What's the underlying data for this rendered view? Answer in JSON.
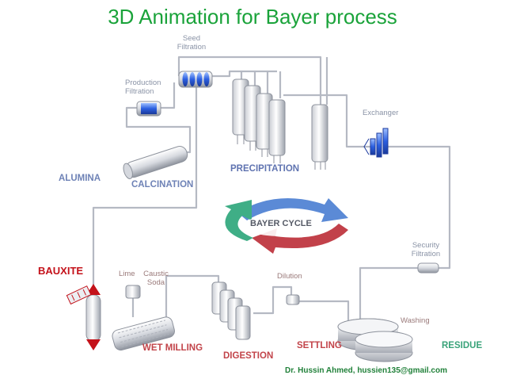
{
  "title": "3D Animation for Bayer process",
  "labels": {
    "seed_filtration": [
      "Seed",
      "Filtration"
    ],
    "production_filtration": [
      "Production",
      "Filtration"
    ],
    "exchanger": "Exchanger",
    "alumina": "ALUMINA",
    "calcination": "CALCINATION",
    "precipitation": "PRECIPITATION",
    "security_filtration": [
      "Security",
      "Filtration"
    ],
    "bauxite": "BAUXITE",
    "lime": "Lime",
    "caustic_soda": [
      "Caustic",
      "Soda"
    ],
    "dilution": "Dilution",
    "washing": "Washing",
    "wet_milling": "WET MILLING",
    "digestion": "DIGESTION",
    "settling": "SETTLING",
    "residue": "RESIDUE"
  },
  "cycle": {
    "label": "BAYER CYCLE"
  },
  "author": "Dr. Hussin Ahmed, hussien135@gmail.com",
  "colors": {
    "title": "#1aa33a",
    "pipe": "#b8bcc6",
    "cycle_blue": "#5b8ad6",
    "cycle_green": "#3fae86",
    "cycle_red": "#c2414a",
    "bauxite": "#c4121a",
    "exchanger": "#2c4fd1"
  }
}
